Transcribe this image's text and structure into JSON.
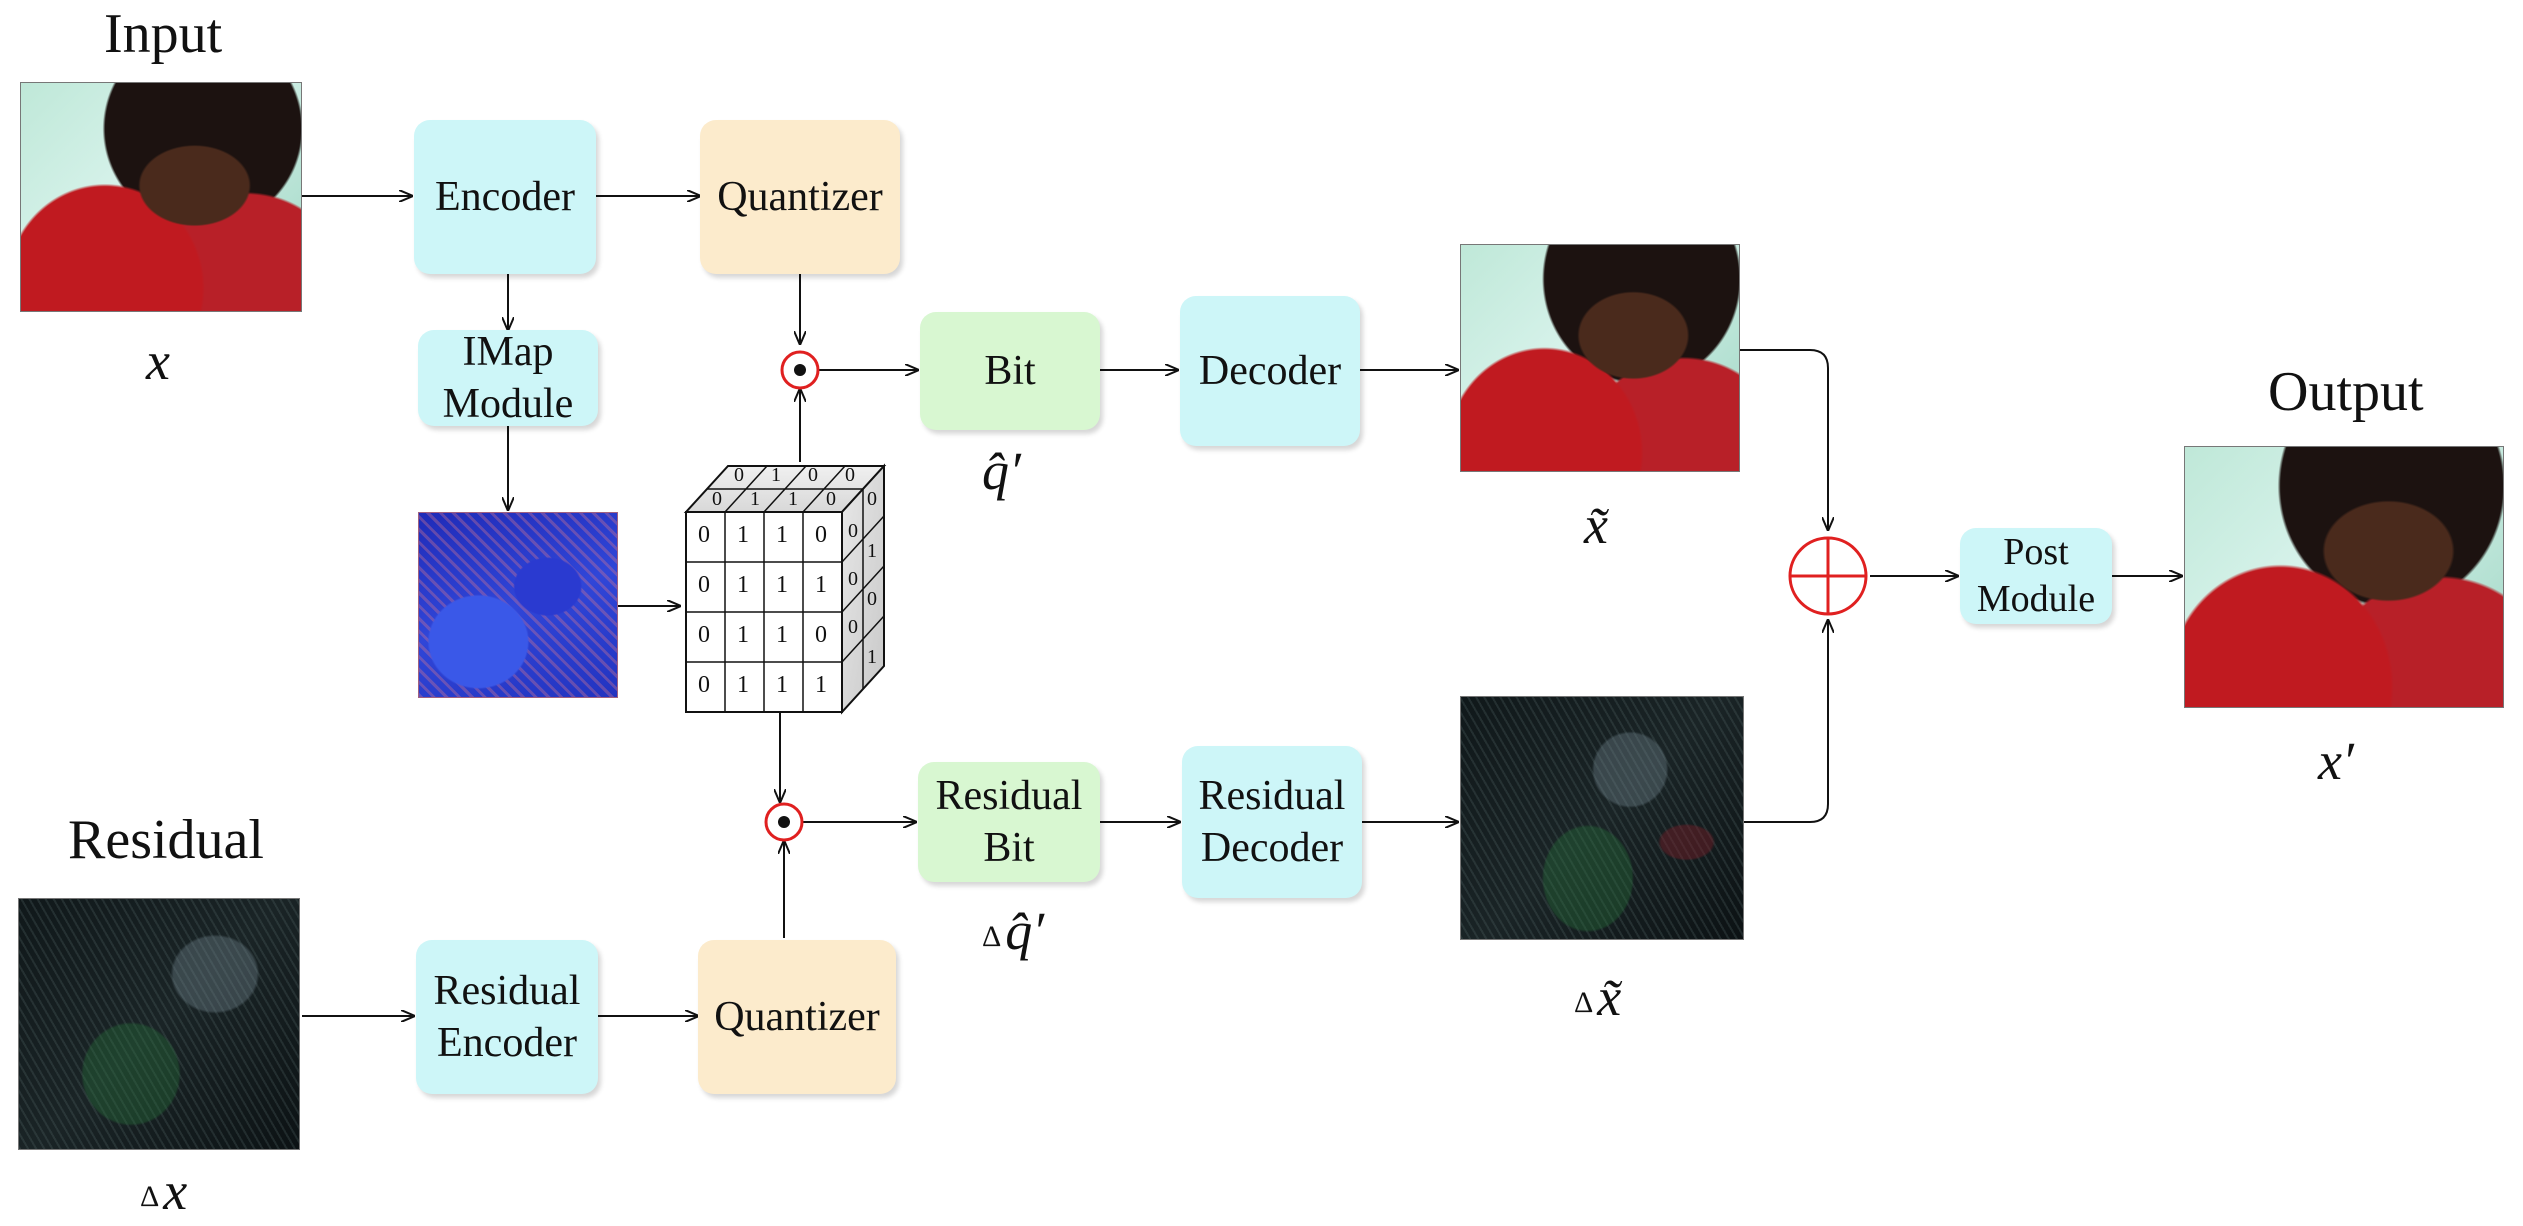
{
  "titles": {
    "input": "Input",
    "output": "Output",
    "residual": "Residual"
  },
  "boxes": {
    "encoder": "Encoder",
    "quantizer_top": "Quantizer",
    "imap_line1": "IMap",
    "imap_line2": "Module",
    "bit": "Bit",
    "decoder": "Decoder",
    "residual_bit_line1": "Residual",
    "residual_bit_line2": "Bit",
    "residual_decoder_line1": "Residual",
    "residual_decoder_line2": "Decoder",
    "residual_encoder_line1": "Residual",
    "residual_encoder_line2": "Encoder",
    "quantizer_bottom": "Quantizer",
    "post_line1": "Post",
    "post_line2": "Module"
  },
  "symbols": {
    "x": "x",
    "x_recon": "x̃",
    "x_out": "x′",
    "q_hat": "q̂′",
    "delta": "Δ",
    "delta_x": "x",
    "delta_x_recon": "x̃",
    "delta_q_hat": "q̂′"
  },
  "cube": {
    "front": [
      [
        "0",
        "1",
        "1",
        "0"
      ],
      [
        "0",
        "1",
        "1",
        "1"
      ],
      [
        "0",
        "1",
        "1",
        "0"
      ],
      [
        "0",
        "1",
        "1",
        "1"
      ]
    ],
    "top_back": [
      "0",
      "1",
      "0",
      "0"
    ],
    "top_front": [
      "0",
      "1",
      "1",
      "0"
    ],
    "side": [
      "0",
      "0",
      "1",
      "0",
      "0",
      "0",
      "1"
    ]
  },
  "colors": {
    "cyan_box": "#cdf6f8",
    "peach_box": "#fcebcc",
    "green_box": "#d8f7d1",
    "operator_red": "#e02020"
  }
}
